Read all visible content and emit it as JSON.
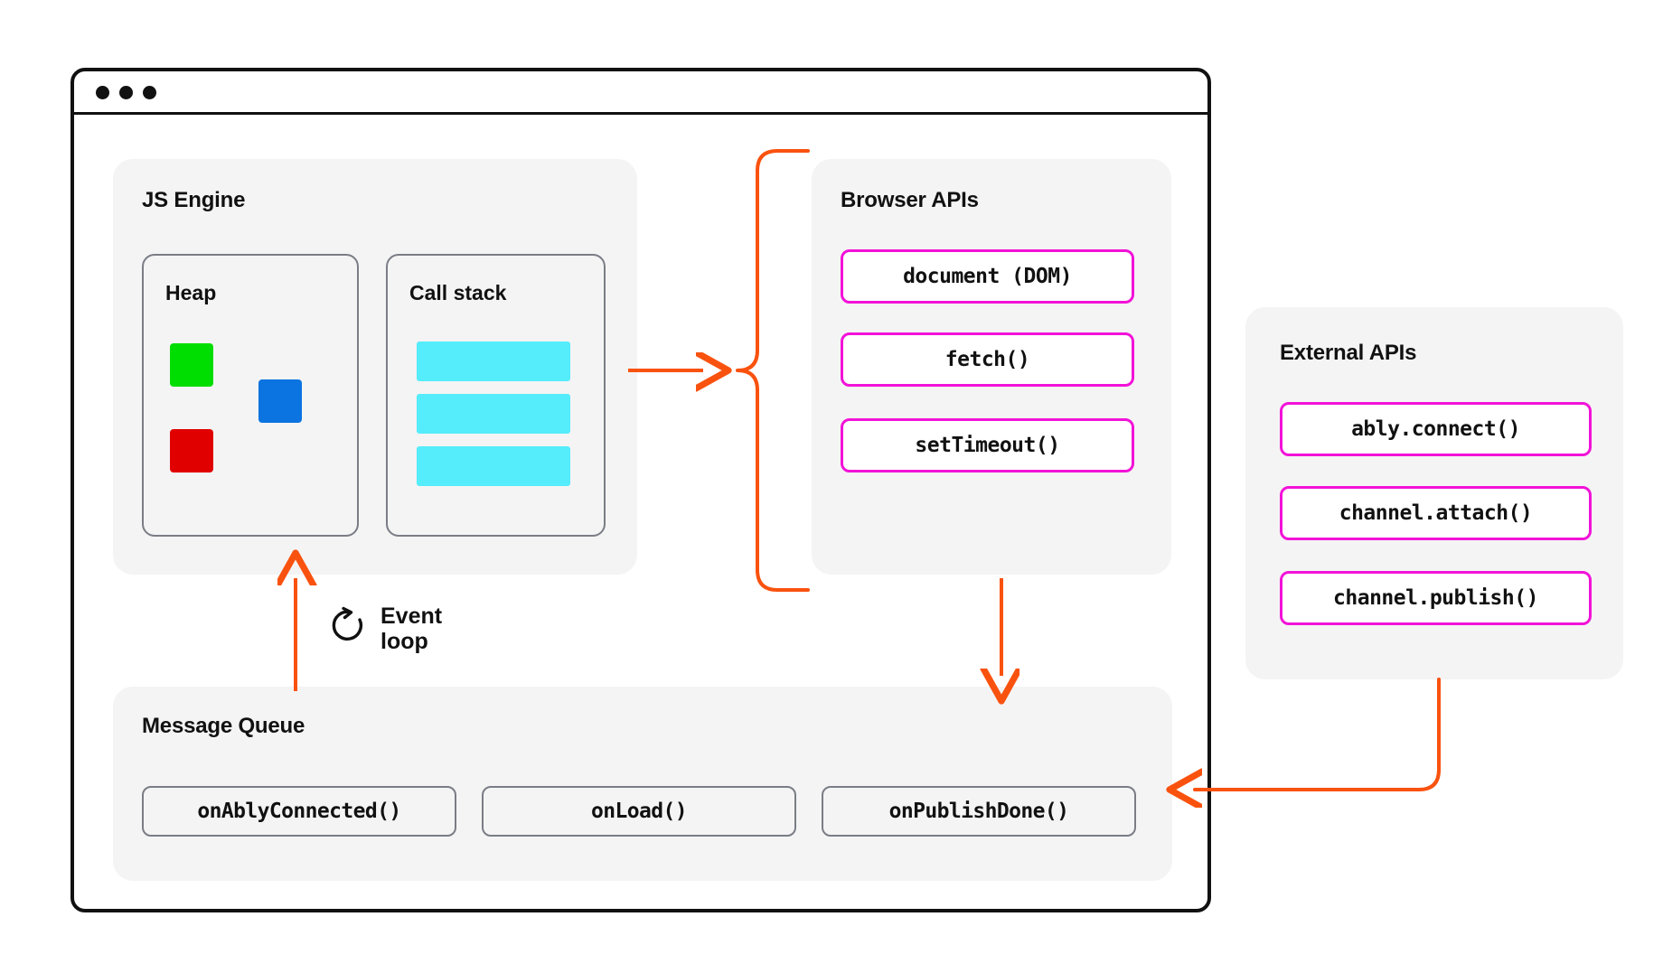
{
  "window": {
    "dots": [
      "red-dot",
      "yellow-dot",
      "green-dot"
    ]
  },
  "js_engine": {
    "title": "JS Engine",
    "heap": {
      "title": "Heap",
      "blocks": [
        {
          "name": "heap-block-green",
          "color": "#00dd00"
        },
        {
          "name": "heap-block-blue",
          "color": "#0b74e0"
        },
        {
          "name": "heap-block-red",
          "color": "#e00000"
        }
      ]
    },
    "call_stack": {
      "title": "Call stack",
      "frame_color": "#55ecfb",
      "frames": [
        "frame-1",
        "frame-2",
        "frame-3"
      ]
    }
  },
  "browser_apis": {
    "title": "Browser APIs",
    "items": [
      "document (DOM)",
      "fetch()",
      "setTimeout()"
    ]
  },
  "external_apis": {
    "title": "External APIs",
    "items": [
      "ably.connect()",
      "channel.attach()",
      "channel.publish()"
    ]
  },
  "message_queue": {
    "title": "Message Queue",
    "items": [
      "onAblyConnected()",
      "onLoad()",
      "onPublishDone()"
    ]
  },
  "event_loop": {
    "label": "Event\nloop",
    "icon": "circular-arrow-icon"
  },
  "colors": {
    "accent_orange": "#f9520f",
    "api_magenta": "#f212d8",
    "panel_gray": "#f4f4f4",
    "border_gray": "#7a7d85",
    "ink": "#111111"
  }
}
